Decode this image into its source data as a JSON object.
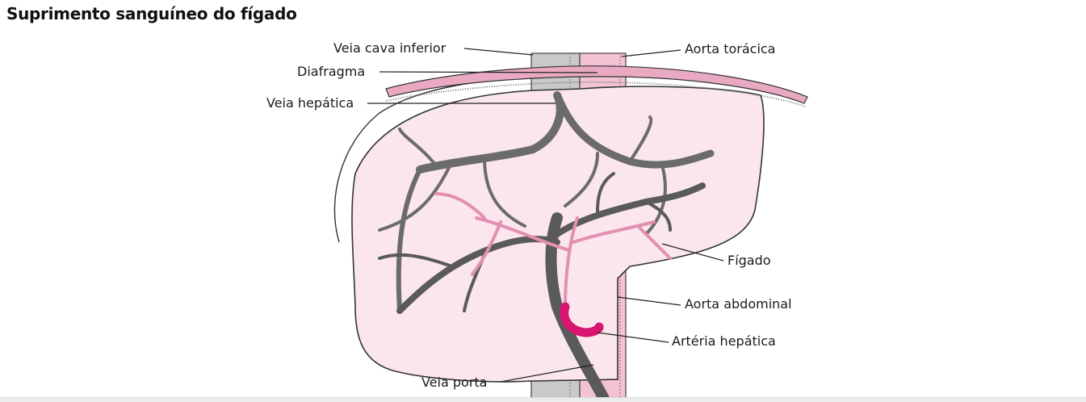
{
  "title": "Suprimento sanguíneo do fígado",
  "labels": {
    "vena_cava": "Veia cava inferior",
    "thoracic_aorta": "Aorta torácica",
    "diaphragm": "Diafragma",
    "hepatic_vein": "Veia hepática",
    "liver": "Fígado",
    "abdominal_aorta": "Aorta abdominal",
    "hepatic_artery": "Artéria hepática",
    "portal_vein": "Veia porta"
  },
  "colors": {
    "liver_fill": "#fbe6ee",
    "diaphragm": "#e9a6c0",
    "aorta": "#f3c1d3",
    "vena_cava": "#c8c8c8",
    "vein_branch": "#6f6f6f",
    "artery_branch": "#e392b4",
    "hepatic_artery": "#d8156f"
  }
}
